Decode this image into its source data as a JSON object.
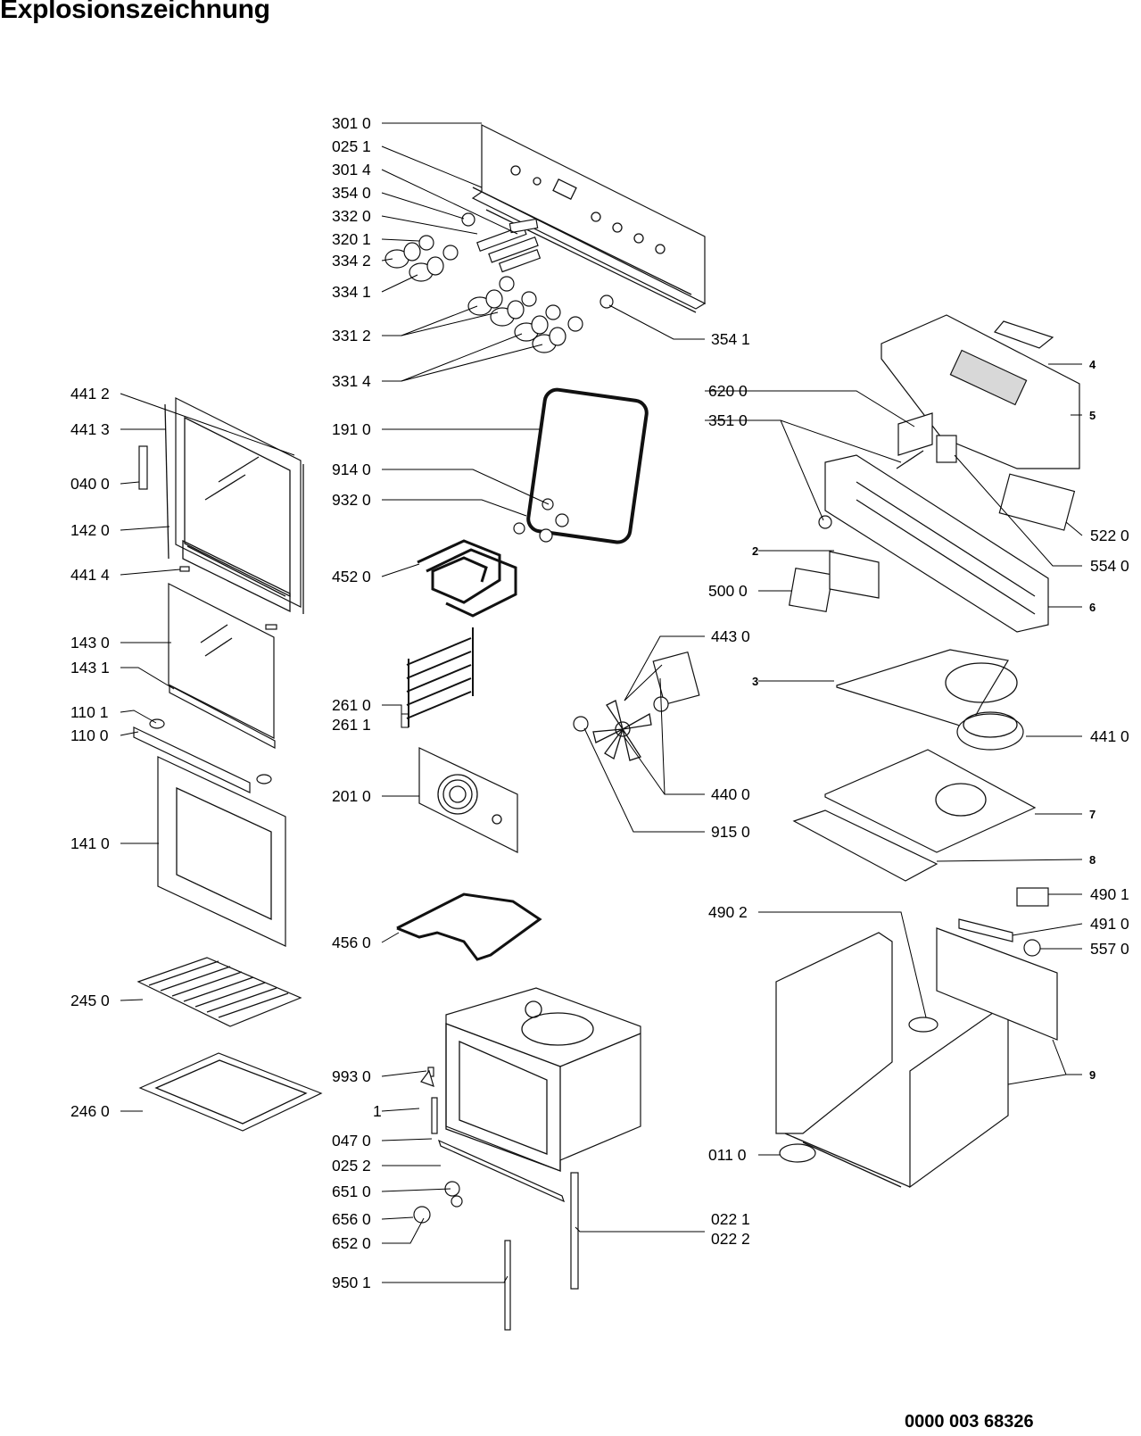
{
  "title": "Explosionszeichnung",
  "document_number": "0000 003 68326",
  "labels": {
    "p3010": "301 0",
    "p0251": "025 1",
    "p3014": "301 4",
    "p3540": "354 0",
    "p3320": "332 0",
    "p3201": "320 1",
    "p3342": "334 2",
    "p3341": "334 1",
    "p3312": "331 2",
    "p3314": "331 4",
    "p3541": "354 1",
    "p4412": "441 2",
    "p4413": "441 3",
    "p0400": "040 0",
    "p1420": "142 0",
    "p4414": "441 4",
    "p1430": "143 0",
    "p1431": "143 1",
    "p1101": "110 1",
    "p1100": "110 0",
    "p1410": "141 0",
    "p2450": "245 0",
    "p2460": "246 0",
    "p1910": "191 0",
    "p9140": "914 0",
    "p9320": "932 0",
    "p4520": "452 0",
    "p2610": "261 0",
    "p2611": "261 1",
    "p2010": "201 0",
    "p4560": "456 0",
    "p9930": "993 0",
    "p1": "1",
    "p0470": "047 0",
    "p0252": "025 2",
    "p6510": "651 0",
    "p6560": "656 0",
    "p6520": "652 0",
    "p9501": "950 1",
    "p0221": "022 1",
    "p0222": "022 2",
    "p6200": "620 0",
    "p3510": "351 0",
    "p4": "4",
    "p5": "5",
    "p5220": "522 0",
    "p5540": "554 0",
    "p2": "2",
    "p5000": "500 0",
    "p6": "6",
    "p4430": "443 0",
    "p3": "3",
    "p4410": "441 0",
    "p4400": "440 0",
    "p9150": "915 0",
    "p7": "7",
    "p8": "8",
    "p4901": "490 1",
    "p4902": "490 2",
    "p4910": "491 0",
    "p5570": "557 0",
    "p9": "9",
    "p0110": "011 0"
  }
}
